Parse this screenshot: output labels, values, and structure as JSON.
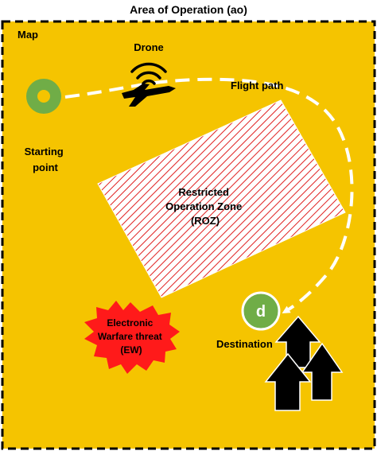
{
  "title": "Area of Operation (ao)",
  "map_label": "Map",
  "drone_label": "Drone",
  "flight_path_label": "Flight path",
  "starting_point_label": [
    "Starting",
    "point"
  ],
  "roz_label": [
    "Restricted",
    "Operation Zone",
    "(ROZ)"
  ],
  "ew_label": [
    "Electronic",
    "Warfare threat",
    "(EW)"
  ],
  "destination_label": "Destination",
  "destination_marker": "d",
  "colors": {
    "map_background": "#f5c400",
    "start_circle": "#70ad47",
    "hatch": "#e02020",
    "ew_fill": "#ff1a1a",
    "dest_circle": "#70ad47"
  },
  "icons": [
    "drone-icon",
    "wifi-signal-icon",
    "buildings-icon",
    "start-point-icon",
    "destination-marker-icon"
  ]
}
